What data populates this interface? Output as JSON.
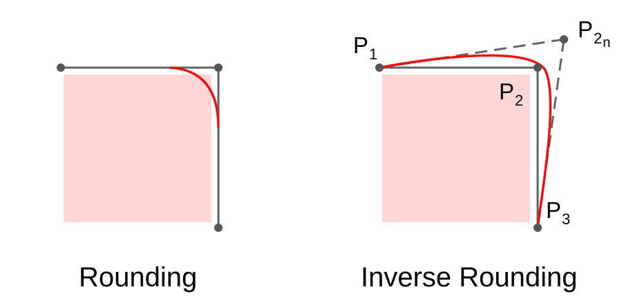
{
  "colors": {
    "fill": "#ffd6d6",
    "outline": "#616161",
    "curve": "#ee1111",
    "dashed": "#666666",
    "point": "#555555"
  },
  "left_panel": {
    "caption": "Rounding"
  },
  "right_panel": {
    "caption": "Inverse Rounding",
    "labels": {
      "p1": {
        "base": "P",
        "sub": "1"
      },
      "p2": {
        "base": "P",
        "sub": "2"
      },
      "p3": {
        "base": "P",
        "sub": "3"
      },
      "p2n": {
        "base": "P",
        "sub": "2",
        "subsub": "n"
      }
    }
  }
}
